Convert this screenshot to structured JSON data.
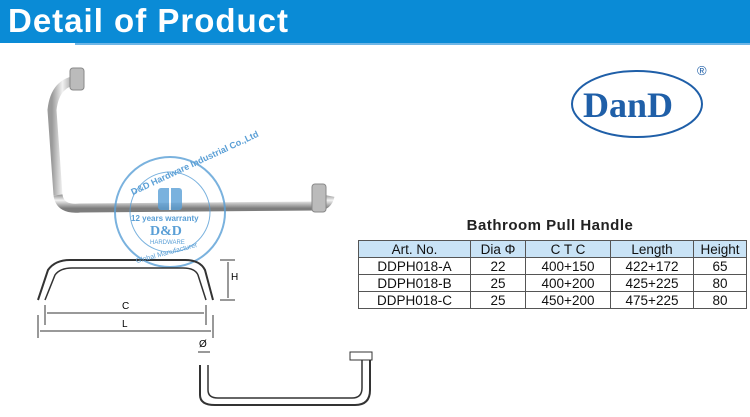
{
  "header": {
    "title": "Detail of Product"
  },
  "logo": {
    "text": "DanD",
    "registered": "®"
  },
  "watermark": {
    "ring_top": "D&D Hardware Industrial Co.,Ltd",
    "warranty": "12 years warranty",
    "brand": "D&D",
    "sub": "HARDWARE",
    "ring_bottom": "Global Manufacturer"
  },
  "diagram": {
    "h": "H",
    "c": "C",
    "l": "L",
    "dia": "Ø"
  },
  "table": {
    "title": "Bathroom Pull Handle",
    "columns": [
      "Art. No.",
      "Dia Φ",
      "C T C",
      "Length",
      "Height"
    ],
    "rows": [
      [
        "DDPH018-A",
        "22",
        "400+150",
        "422+172",
        "65"
      ],
      [
        "DDPH018-B",
        "25",
        "400+200",
        "425+225",
        "80"
      ],
      [
        "DDPH018-C",
        "25",
        "450+200",
        "475+225",
        "80"
      ]
    ]
  },
  "colors": {
    "banner": "#0a8bd6",
    "logo": "#1f5fa8",
    "table_header": "#c9e3f6"
  }
}
